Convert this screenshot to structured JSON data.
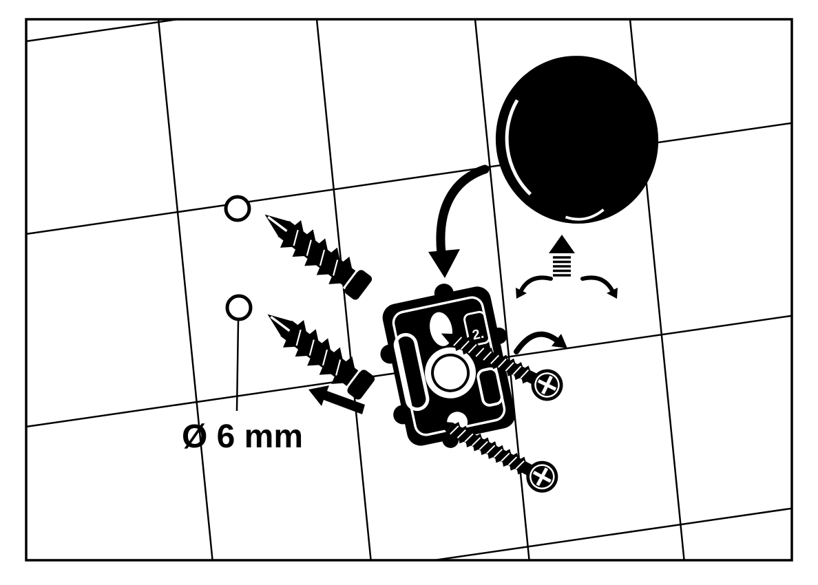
{
  "diagram": {
    "type": "installation-instruction",
    "hole_diameter_label": "Ø 6 mm",
    "plate_marking": "2.",
    "colors": {
      "ink": "#000000",
      "background": "#ffffff"
    },
    "parts": [
      "tile-grid",
      "drill-holes",
      "wall-plugs",
      "insert-arrow",
      "mounting-plate",
      "screws",
      "screw-rotate-arrow",
      "cover-disc",
      "attach-arrow",
      "push-on-arrow",
      "twist-arrows"
    ]
  }
}
